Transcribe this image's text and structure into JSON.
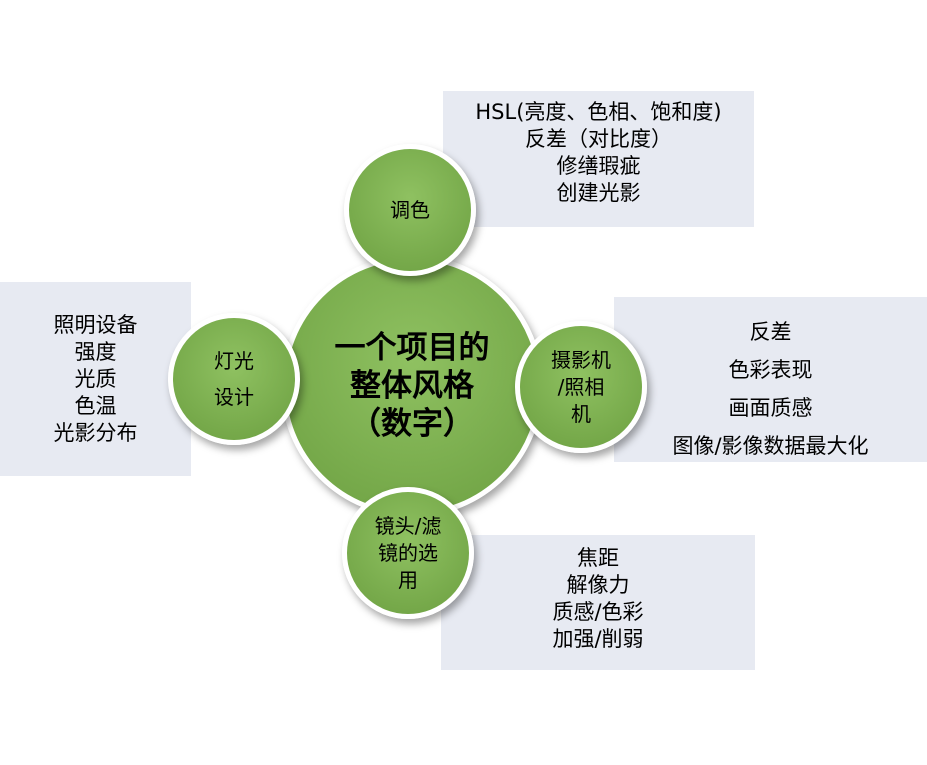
{
  "center": {
    "lines": [
      "一个项目的",
      "整体风格",
      "（数字）"
    ]
  },
  "nodes": {
    "top": {
      "lines": [
        "调色"
      ]
    },
    "right": {
      "lines": [
        "摄影机",
        "/照相",
        "机"
      ]
    },
    "bottom": {
      "lines": [
        "镜头/滤",
        "镜的选",
        "用"
      ]
    },
    "left": {
      "lines": [
        "灯光",
        "设计"
      ]
    }
  },
  "boxes": {
    "top": {
      "lines": [
        "HSL(亮度、色相、饱和度)",
        "反差（对比度）",
        "修缮瑕疵",
        "创建光影"
      ]
    },
    "right": {
      "lines": [
        "反差",
        "色彩表现",
        "画面质感",
        "图像/影像数据最大化"
      ]
    },
    "bottom": {
      "lines": [
        "焦距",
        "解像力",
        "质感/色彩",
        "加强/削弱"
      ]
    },
    "left": {
      "lines": [
        "照明设备",
        "强度",
        "光质",
        "色温",
        "光影分布"
      ]
    }
  },
  "colors": {
    "circle_fill": "#7aad4e",
    "box_fill": "#e7eaf2"
  }
}
